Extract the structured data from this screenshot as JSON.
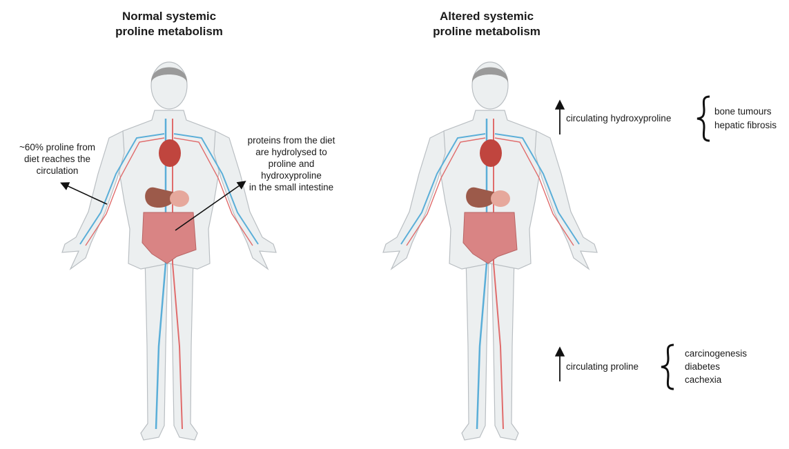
{
  "left_panel": {
    "title_line1": "Normal systemic",
    "title_line2": "proline metabolism",
    "annotation_left": [
      "~60% proline from",
      "diet reaches the",
      "circulation"
    ],
    "annotation_right": [
      "proteins from the diet",
      "are hydrolysed to",
      "proline and",
      "hydroxyproline",
      "in the small intestine"
    ]
  },
  "right_panel": {
    "title_line1": "Altered systemic",
    "title_line2": "proline metabolism",
    "upper": {
      "label": "circulating hydroxyproline",
      "conditions": [
        "bone tumours",
        "hepatic fibrosis"
      ]
    },
    "lower": {
      "label": "circulating  proline",
      "conditions": [
        "carcinogenesis",
        "diabetes",
        "cachexia"
      ]
    }
  },
  "colors": {
    "skin": "#eceff0",
    "outline": "#b9bec2",
    "vein": "#5aaed8",
    "artery": "#e06b6b",
    "heart": "#c0453e",
    "liver": "#9c5a4a",
    "intestine": "#d98484"
  }
}
